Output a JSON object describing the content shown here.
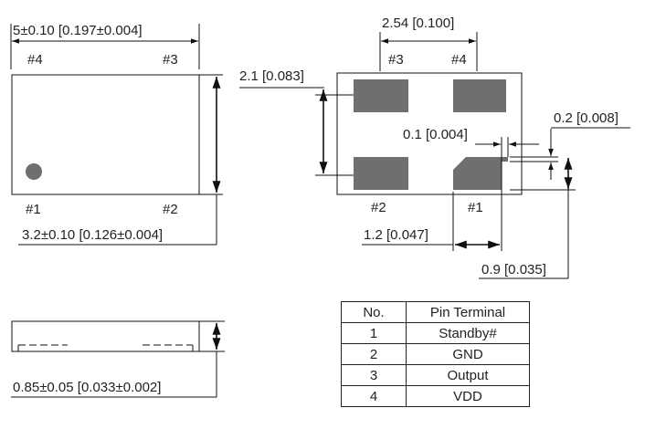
{
  "top_view": {
    "width_dim": "5±0.10 [0.197±0.004]",
    "height_dim": "3.2±0.10 [0.126±0.004]",
    "pins": {
      "top_left": "#4",
      "top_right": "#3",
      "bottom_left": "#1",
      "bottom_right": "#2"
    }
  },
  "pad_view": {
    "pitch_dim": "2.54 [0.100]",
    "height_dim": "2.1 [0.083]",
    "gap_dim": "0.1 [0.004]",
    "chamfer_dim": "0.2 [0.008]",
    "pad_width_dim": "1.2 [0.047]",
    "pad_height_dim": "0.9 [0.035]",
    "pins": {
      "top_left": "#3",
      "top_right": "#4",
      "bottom_left": "#2",
      "bottom_right": "#1"
    }
  },
  "side_view": {
    "thickness_dim": "0.85±0.05 [0.033±0.002]"
  },
  "pin_table": {
    "headers": [
      "No.",
      "Pin Terminal"
    ],
    "rows": [
      [
        "1",
        "Standby#"
      ],
      [
        "2",
        "GND"
      ],
      [
        "3",
        "Output"
      ],
      [
        "4",
        "VDD"
      ]
    ]
  }
}
